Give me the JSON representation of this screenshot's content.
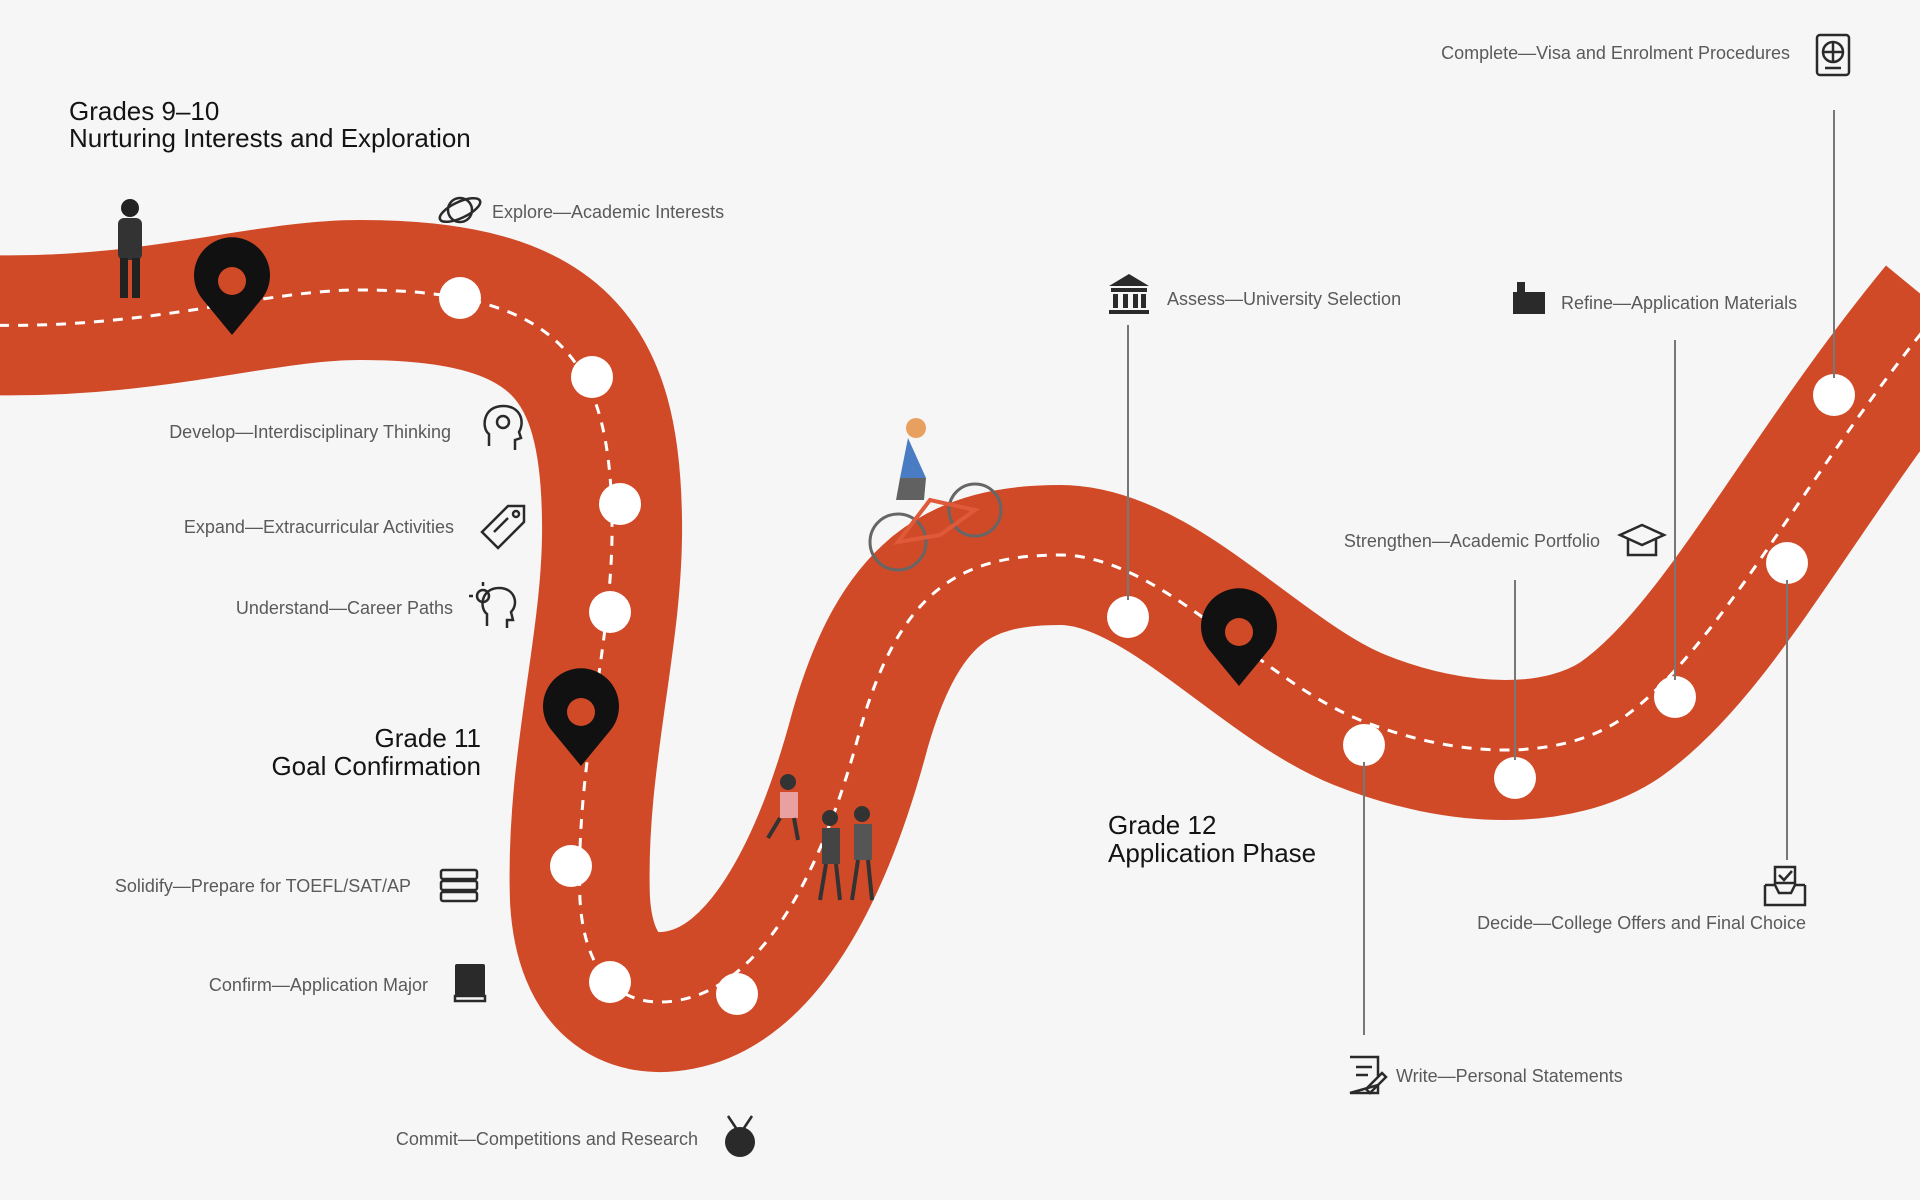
{
  "colors": {
    "road": "#d14a28",
    "dash": "#ffffff",
    "pin": "#111111",
    "text": "#141414",
    "label": "#5a5a5a"
  },
  "phases": {
    "p1_title": "Grades 9–10",
    "p1_subtitle": "Nurturing Interests and Exploration",
    "p2_title": "Grade 11",
    "p2_subtitle": "Goal Confirmation",
    "p3_title": "Grade 12",
    "p3_subtitle": "Application Phase"
  },
  "steps": {
    "explore": "Explore—Academic Interests",
    "develop": "Develop—Interdisciplinary Thinking",
    "expand": "Expand—Extracurricular Activities",
    "understand": "Understand—Career Paths",
    "solidify": "Solidify—Prepare for TOEFL/SAT/AP",
    "confirm": "Confirm—Application Major",
    "commit": "Commit—Competitions and Research",
    "assess": "Assess—University Selection",
    "refine": "Refine—Application Materials",
    "complete": "Complete—Visa and Enrolment Procedures",
    "strengthen": "Strengthen—Academic Portfolio",
    "decide": "Decide—College Offers and Final Choice",
    "write": "Write—Personal Statements"
  },
  "icons": {
    "explore": "planet-icon",
    "develop": "brain-head-icon",
    "expand": "tag-icon",
    "understand": "lightbulb-head-icon",
    "solidify": "book-stack-icon",
    "confirm": "book-icon",
    "commit": "medal-icon",
    "assess": "university-icon",
    "refine": "shop-icon",
    "complete": "passport-icon",
    "strengthen": "graduation-cap-icon",
    "decide": "checked-tray-icon",
    "write": "notepad-icon"
  }
}
